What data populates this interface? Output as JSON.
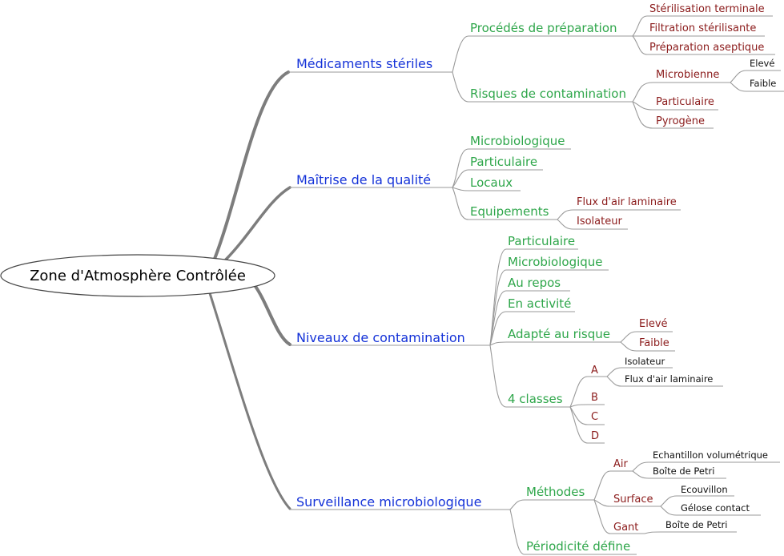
{
  "root": "Zone d'Atmosphère Contrôlée",
  "branches": {
    "b1": {
      "label": "Médicaments stériles",
      "c1": {
        "label": "Procédés de préparation",
        "items": [
          "Stérilisation terminale",
          "Filtration stérilisante",
          "Préparation aseptique"
        ]
      },
      "c2": {
        "label": "Risques de contamination",
        "microbienne": "Microbienne",
        "microbienne_items": [
          "Elevé",
          "Faible"
        ],
        "particulaire": "Particulaire",
        "pyrogene": "Pyrogène"
      }
    },
    "b2": {
      "label": "Maîtrise de la qualité",
      "items": [
        "Microbiologique",
        "Particulaire",
        "Locaux"
      ],
      "equip": {
        "label": "Equipements",
        "items": [
          "Flux d'air laminaire",
          "Isolateur"
        ]
      }
    },
    "b3": {
      "label": "Niveaux de contamination",
      "items": [
        "Particulaire",
        "Microbiologique",
        "Au repos",
        "En activité"
      ],
      "adapte": {
        "label": "Adapté au risque",
        "items": [
          "Elevé",
          "Faible"
        ]
      },
      "classes": {
        "label": "4 classes",
        "a": "A",
        "a_items": [
          "Isolateur",
          "Flux d'air laminaire"
        ],
        "b": "B",
        "c": "C",
        "d": "D"
      }
    },
    "b4": {
      "label": "Surveillance microbiologique",
      "methodes": {
        "label": "Méthodes",
        "air": "Air",
        "air_items": [
          "Echantillon volumétrique",
          "Boîte de Petri"
        ],
        "surface": "Surface",
        "surface_items": [
          "Ecouvillon",
          "Gélose contact"
        ],
        "gant": "Gant",
        "gant_items": [
          "Boîte de Petri"
        ]
      },
      "periodicite": "Périodicité défine"
    }
  }
}
